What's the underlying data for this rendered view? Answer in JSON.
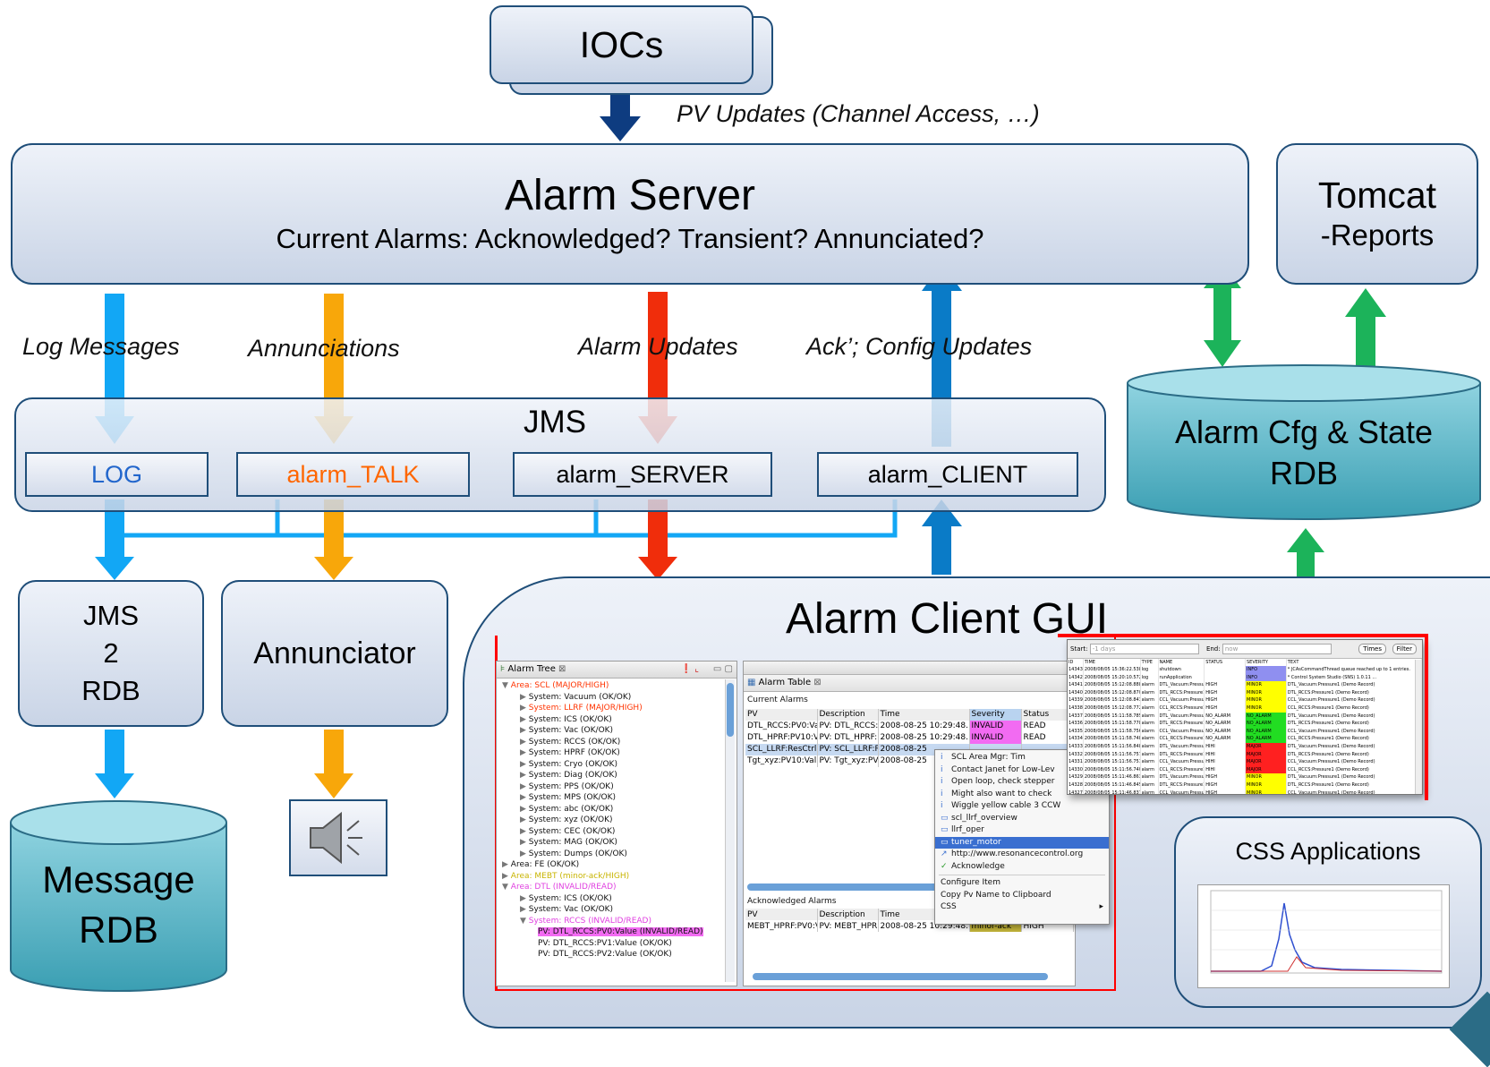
{
  "colors": {
    "arrow_log": "#12a7f5",
    "arrow_talk": "#f8a70a",
    "arrow_server": "#f02d0b",
    "arrow_client": "#0a7bc7",
    "arrow_pv": "#0e3c80",
    "arrow_db": "#1cb35a",
    "queue_log_text": "#2266cc",
    "queue_talk_text": "#ff6600",
    "severity_invalid": "#f26bf2",
    "severity_minor_ack": "#c2b43a",
    "popup_red": "#ff0000"
  },
  "iocs": {
    "label": "IOCs"
  },
  "pv_updates": {
    "label": "PV Updates (Channel Access, …)"
  },
  "alarm_server": {
    "title": "Alarm Server",
    "subtitle": "Current Alarms:  Acknowledged?  Transient?  Annunciated?"
  },
  "tomcat": {
    "title": "Tomcat",
    "subtitle": "-Reports"
  },
  "flow_labels": {
    "log_messages": "Log Messages",
    "annunciations": "Annunciations",
    "alarm_updates": "Alarm Updates",
    "ack_config": "Ack’; Config Updates"
  },
  "jms": {
    "title": "JMS",
    "queues": [
      "LOG",
      "alarm_TALK",
      "alarm_SERVER",
      "alarm_CLIENT"
    ]
  },
  "alarm_cfg_db": {
    "line1": "Alarm Cfg & State",
    "line2": "RDB"
  },
  "jms2rdb": {
    "line1": "JMS",
    "line2": "2",
    "line3": "RDB"
  },
  "annunciator": {
    "label": "Annunciator"
  },
  "message_rdb": {
    "line1": "Message",
    "line2": "RDB"
  },
  "alarm_client_gui": {
    "title": "Alarm Client GUI"
  },
  "css_apps": {
    "title": "CSS Applications"
  },
  "alarm_tree": {
    "title": "Alarm Tree",
    "items": [
      {
        "text": "Area: SCL (MAJOR/HIGH)",
        "indent": 0,
        "color": "#ff3300"
      },
      {
        "text": "System: Vacuum (OK/OK)",
        "indent": 1,
        "color": "#111111"
      },
      {
        "text": "System: LLRF (MAJOR/HIGH)",
        "indent": 1,
        "color": "#ff3300"
      },
      {
        "text": "System: ICS (OK/OK)",
        "indent": 1,
        "color": "#111111"
      },
      {
        "text": "System: Vac (OK/OK)",
        "indent": 1,
        "color": "#111111"
      },
      {
        "text": "System: RCCS (OK/OK)",
        "indent": 1,
        "color": "#111111"
      },
      {
        "text": "System: HPRF (OK/OK)",
        "indent": 1,
        "color": "#111111"
      },
      {
        "text": "System: Cryo (OK/OK)",
        "indent": 1,
        "color": "#111111"
      },
      {
        "text": "System: Diag (OK/OK)",
        "indent": 1,
        "color": "#111111"
      },
      {
        "text": "System: PPS (OK/OK)",
        "indent": 1,
        "color": "#111111"
      },
      {
        "text": "System: MPS (OK/OK)",
        "indent": 1,
        "color": "#111111"
      },
      {
        "text": "System: abc (OK/OK)",
        "indent": 1,
        "color": "#111111"
      },
      {
        "text": "System: xyz (OK/OK)",
        "indent": 1,
        "color": "#111111"
      },
      {
        "text": "System: CEC (OK/OK)",
        "indent": 1,
        "color": "#111111"
      },
      {
        "text": "System: MAG (OK/OK)",
        "indent": 1,
        "color": "#111111"
      },
      {
        "text": "System: Dumps (OK/OK)",
        "indent": 1,
        "color": "#111111"
      },
      {
        "text": "Area: FE (OK/OK)",
        "indent": 0,
        "color": "#111111"
      },
      {
        "text": "Area: MEBT (minor-ack/HIGH)",
        "indent": 0,
        "color": "#c8b400"
      },
      {
        "text": "Area: DTL (INVALID/READ)",
        "indent": 0,
        "color": "#e040e0"
      },
      {
        "text": "System: ICS (OK/OK)",
        "indent": 1,
        "color": "#111111"
      },
      {
        "text": "System: Vac (OK/OK)",
        "indent": 1,
        "color": "#111111"
      },
      {
        "text": "System: RCCS (INVALID/READ)",
        "indent": 1,
        "color": "#e040e0"
      },
      {
        "text": "PV: DTL_RCCS:PV0:Value (INVALID/READ)",
        "indent": 2,
        "color": "#111111"
      },
      {
        "text": "PV: DTL_RCCS:PV1:Value (OK/OK)",
        "indent": 2,
        "color": "#111111"
      },
      {
        "text": "PV: DTL_RCCS:PV2:Value (OK/OK)",
        "indent": 2,
        "color": "#111111"
      }
    ]
  },
  "alarm_table": {
    "title": "Alarm Table",
    "current_label": "Current Alarms",
    "acknowledged_label": "Acknowledged Alarms",
    "columns": [
      "PV",
      "Description",
      "Time",
      "Severity",
      "Status"
    ],
    "current_rows": [
      [
        "DTL_RCCS:PV0:Valu",
        "PV: DTL_RCCS:P\\",
        "2008-08-25 10:29:48.",
        "INVALID",
        "READ"
      ],
      [
        "DTL_HPRF:PV10:Val",
        "PV: DTL_HPRF:P\\",
        "2008-08-25 10:29:48.",
        "INVALID",
        "READ"
      ],
      [
        "SCL_LLRF:ResCtrl1:R",
        "PV: SCL_LLRF:Re",
        "2008-08-25",
        "",
        ""
      ],
      [
        "Tgt_xyz:PV10:Value",
        "PV: Tgt_xyz:PV1",
        "2008-08-25",
        "",
        ""
      ]
    ],
    "ack_rows": [
      [
        "MEBT_HPRF:PV0:Va",
        "PV: MEBT_HPRF:F",
        "2008-08-25 10:29:48.",
        "minor-ack",
        "HIGH"
      ]
    ]
  },
  "context_menu": {
    "items": [
      "SCL Area Mgr: Tim",
      "Contact Janet for Low-Lev",
      "Open loop, check stepper",
      "Might also want to check",
      "Wiggle yellow cable 3 CCW",
      "scl_llrf_overview",
      "llrf_oper",
      "tuner_motor",
      "http://www.resonancecontrol.org",
      "Acknowledge",
      "Configure Item",
      "Copy Pv Name to Clipboard",
      "CSS"
    ]
  },
  "message_history": {
    "start_label": "Start:",
    "start_value": "-1 days",
    "end_label": "End:",
    "end_value": "now",
    "times_button": "Times",
    "filter_button": "Filter",
    "columns": [
      "ID",
      "TIME",
      "TYPE",
      "NAME",
      "STATUS",
      "SEVERITY",
      "TEXT"
    ],
    "rows": [
      [
        "14343",
        "2008/08/05 15:36:22.538",
        "log",
        "shutdown",
        "",
        "INFO",
        "* JCAsCommandThread queue reached up to 1 entries."
      ],
      [
        "14342",
        "2008/08/05 15:20:10.572",
        "log",
        "runApplication",
        "",
        "INFO",
        "* Control System Studio (SNS) 1.0.11 ..."
      ],
      [
        "14341",
        "2008/08/05 15:12:08.888",
        "alarm",
        "DTL_Vacuum:Pressur",
        "HIGH",
        "MINOR",
        "DTL_Vacuum:Pressure1 (Demo Record)"
      ],
      [
        "14340",
        "2008/08/05 15:12:08.870",
        "alarm",
        "DTL_RCCS:Pressure1",
        "HIGH",
        "MINOR",
        "DTL_RCCS:Pressure1 (Demo Record)"
      ],
      [
        "14339",
        "2008/08/05 15:12:08.843",
        "alarm",
        "CCL_Vacuum:Pressur",
        "HIGH",
        "MINOR",
        "CCL_Vacuum:Pressure1 (Demo Record)"
      ],
      [
        "14338",
        "2008/08/05 15:12:08.772",
        "alarm",
        "CCL_RCCS:Pressure1",
        "HIGH",
        "MINOR",
        "CCL_RCCS:Pressure1 (Demo Record)"
      ],
      [
        "14337",
        "2008/08/05 15:11:58.785",
        "alarm",
        "DTL_Vacuum:Pressur",
        "NO_ALARM",
        "NO_ALARM",
        "DTL_Vacuum:Pressure1 (Demo Record)"
      ],
      [
        "14336",
        "2008/08/05 15:11:58.778",
        "alarm",
        "DTL_RCCS:Pressure1",
        "NO_ALARM",
        "NO_ALARM",
        "DTL_RCCS:Pressure1 (Demo Record)"
      ],
      [
        "14335",
        "2008/08/05 15:11:58.756",
        "alarm",
        "CCL_Vacuum:Pressur",
        "NO_ALARM",
        "NO_ALARM",
        "CCL_Vacuum:Pressure1 (Demo Record)"
      ],
      [
        "14334",
        "2008/08/05 15:11:58.748",
        "alarm",
        "CCL_RCCS:Pressure1",
        "NO_ALARM",
        "NO_ALARM",
        "CCL_RCCS:Pressure1 (Demo Record)"
      ],
      [
        "14333",
        "2008/08/05 15:11:56.848",
        "alarm",
        "DTL_Vacuum:Pressur",
        "HIHI",
        "MAJOR",
        "DTL_Vacuum:Pressure1 (Demo Record)"
      ],
      [
        "14332",
        "2008/08/05 15:11:56.757",
        "alarm",
        "DTL_RCCS:Pressure1",
        "HIHI",
        "MAJOR",
        "DTL_RCCS:Pressure1 (Demo Record)"
      ],
      [
        "14331",
        "2008/08/05 15:11:56.751",
        "alarm",
        "CCL_Vacuum:Pressur",
        "HIHI",
        "MAJOR",
        "CCL_Vacuum:Pressure1 (Demo Record)"
      ],
      [
        "14330",
        "2008/08/05 15:11:56.740",
        "alarm",
        "CCL_RCCS:Pressure1",
        "HIHI",
        "MAJOR",
        "CCL_RCCS:Pressure1 (Demo Record)"
      ],
      [
        "14329",
        "2008/08/05 15:11:46.863",
        "alarm",
        "DTL_Vacuum:Pressur",
        "HIGH",
        "MINOR",
        "DTL_Vacuum:Pressure1 (Demo Record)"
      ],
      [
        "14328",
        "2008/08/05 15:11:46.845",
        "alarm",
        "DTL_RCCS:Pressure1",
        "HIGH",
        "MINOR",
        "DTL_RCCS:Pressure1 (Demo Record)"
      ],
      [
        "14327",
        "2008/08/05 15:11:46.837",
        "alarm",
        "CCL_Vacuum:Pressur",
        "HIGH",
        "MINOR",
        "CCL_Vacuum:Pressure1 (Demo Record)"
      ]
    ]
  }
}
